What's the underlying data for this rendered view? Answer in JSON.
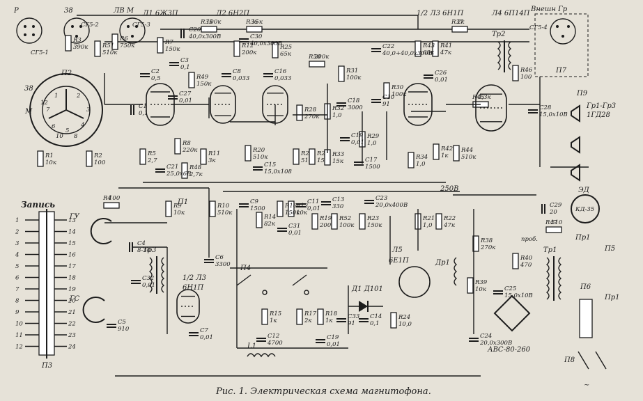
{
  "caption": "Рис. 1. Электрическая схема магнитофона.",
  "tubes": {
    "l1": "Л1 6Ж3П",
    "l2": "Л2 6Н2П",
    "l3a": "1/2 Л3 6Н1П",
    "l4": "Л4 6П14П",
    "l3b": "1/2 Л3",
    "l3b2": "6Н1П",
    "l5": "Л5",
    "l5b": "6Е1П"
  },
  "connectors": {
    "p_left": "Р",
    "sg51": "СГ5-1",
    "n38": "38",
    "sg52": "СГ5-2",
    "lvm": "ЛВ М",
    "sg53": "СГ5-3",
    "sg54": "СГ5-4",
    "vnesh": "Внешн Гр"
  },
  "labels": {
    "zapis": "Запись",
    "gu": "ГУ",
    "gs": "ГС",
    "p1": "П1",
    "p2": "П2",
    "p3": "П3",
    "p4": "П4",
    "p5": "П5",
    "p6": "П6",
    "p7": "П7",
    "p8": "П8",
    "p9": "П9",
    "pr1": "Пр1",
    "tr1": "Тр1",
    "tr2": "Тр2",
    "tr3": "Тр3",
    "dr1": "Др1",
    "ed": "ЭД",
    "kd35": "КД-35",
    "prob": "проб.",
    "rvs": "АВС-80-260",
    "d1": "Д1 Д101",
    "gr": "Гр1-Гр3",
    "gr2": "1ГД28",
    "v250": "250В",
    "n38b": "38",
    "m": "М",
    "l1coil": "L1"
  },
  "components": {
    "r1": "R1 10к",
    "r2": "R2 100",
    "r3": "R3 390к",
    "r4": "R4 100",
    "r5": "R5 2,7",
    "r6": "R6 750к",
    "r7": "R7 150к",
    "r8": "R8 220к",
    "r9": "R9 10к",
    "r10": "R10 510к",
    "r11": "R11 3к",
    "r12": "R12 200к",
    "r13": "R13 10к",
    "r14": "R14 82к",
    "r15": "R15 1к",
    "r16": "R16 150к",
    "r17": "R17 2к",
    "r18": "R18 1к",
    "r19": "R19 200к",
    "r20": "R20 510к",
    "r21": "R21 1,0",
    "r22": "R22 47к",
    "r23": "R23 150к",
    "r24": "R24 10,0",
    "r25": "R25 65к",
    "r26": "R26 510",
    "r27": "R27 15к",
    "r28": "R28 270к",
    "r29": "R29 1,0",
    "r30": "R30 100к",
    "r31": "R31 100к",
    "r32": "R32 1,0",
    "r33": "R33 15к",
    "r34": "R34 1,0",
    "r35": "R35 100к",
    "r36": "R36 15к",
    "r37": "R37 2к",
    "r38": "R38 270к",
    "r39": "R39 10к",
    "r40": "R40 470",
    "r41": "R41 47к",
    "r42": "R42 1к",
    "r43": "R43 68к",
    "r44": "R44 510к",
    "r45": "R45 4,3к",
    "r46": "R46 100",
    "r47": "R47 510",
    "r48": "R48 2,7к",
    "r49": "R49 150к",
    "r50": "R50 200к",
    "r51": "R51 510к",
    "r52": "R52 100к",
    "c1": "C1 0,1",
    "c2": "C2 0,5",
    "c3": "C3 0,1",
    "c4": "C4 8-30",
    "c5": "C5 910",
    "c6": "C6 3300",
    "c7": "C7 0,01",
    "c8": "C8 0,033",
    "c9": "C9 1500",
    "c10": "C10 91",
    "c11": "C11 0,01",
    "c12": "C12 4700",
    "c13": "C13 330",
    "c14": "C14 0,1",
    "c15": "C15 15,0х108",
    "c16": "C16 0,033",
    "c17": "C17 1500",
    "c18": "C18 3000",
    "c19": "C19 0,01",
    "c20": "C20 40,0х300В",
    "c21": "C21 25,0х6В",
    "c22": "C22 40,0+40,0х300В",
    "c23": "C23 20,0х400В",
    "c24": "C24 20,0х300В",
    "c25": "C25 15,0х10В",
    "c26": "C26 0,01",
    "c27": "C27 0,01",
    "c28": "C28 15,0х10В",
    "c29": "C29 20",
    "c30": "C30 40,0х300В",
    "c31": "C31 0,01",
    "c32": "C32 0,01",
    "c33": "C33 91",
    "c19b": "C19 0,01"
  },
  "switch_pins": {
    "left": [
      "1",
      "2",
      "3",
      "4",
      "5",
      "6",
      "7",
      "8",
      "9",
      "10",
      "11",
      "12"
    ],
    "right": [
      "13",
      "14",
      "15",
      "16",
      "17",
      "18",
      "19",
      "20",
      "21",
      "22",
      "23",
      "24"
    ]
  }
}
